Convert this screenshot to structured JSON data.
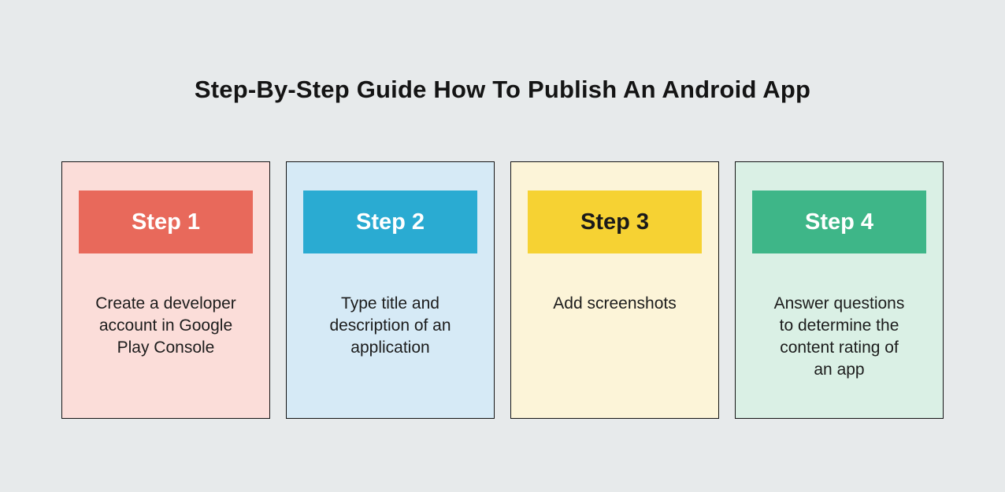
{
  "page": {
    "background_color": "#E7EAEB",
    "title": "Step-By-Step Guide How To Publish An Android App"
  },
  "steps": [
    {
      "label": "Step 1",
      "description": "Create a developer\naccount in Google\nPlay Console",
      "header_color": "#E8695B",
      "header_text_color": "#FFFFFF",
      "card_color": "#FBDDD9",
      "border_color": "#141414"
    },
    {
      "label": "Step 2",
      "description": "Type title and\ndescription of an\napplication",
      "header_color": "#2AABD2",
      "header_text_color": "#FFFFFF",
      "card_color": "#D6EAF6",
      "border_color": "#141414"
    },
    {
      "label": "Step 3",
      "description": "Add screenshots",
      "header_color": "#F6D233",
      "header_text_color": "#1A1A1A",
      "card_color": "#FCF4D8",
      "border_color": "#141414"
    },
    {
      "label": "Step 4",
      "description": "Answer questions\nto determine the\ncontent rating of\nan app",
      "header_color": "#3EB688",
      "header_text_color": "#FFFFFF",
      "card_color": "#DAF0E5",
      "border_color": "#141414"
    }
  ]
}
